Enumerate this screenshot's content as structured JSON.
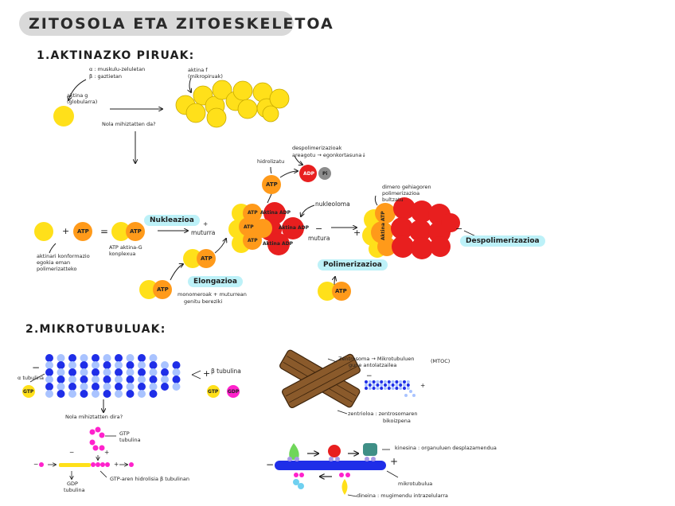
{
  "title": "ZITOSOLA ETA ZITOESKELETOA",
  "section1": {
    "heading": "1.AKTINAZKO PIRUAK:",
    "alpha_beta": [
      "α : muskulu-zeluletan",
      "β : gaztietan"
    ],
    "actin_g_label": [
      "aktina g",
      "(globularra)"
    ],
    "actin_f_label": [
      "aktina f",
      "(mikropiruak)"
    ],
    "question": "Nola mihiztatten da?",
    "atp": "ATP",
    "adp": "ADP",
    "pi": "Pi",
    "aktina_adp": "Aktina ADP",
    "aktina_atp": "Aktina ATP",
    "conformation_note": [
      "aktinari konformazio",
      "egokia eman",
      "polimerizatteko"
    ],
    "complex_label": [
      "ATP aktina-G",
      "konplexua"
    ],
    "nukleazioa": "Nukleazioa",
    "elongazioa": "Elongazioa",
    "polimerizazioa": "Polimerizazioa",
    "despolimerizazioa": "Despolimerizazioa",
    "muturra": "muturra",
    "mutura": "mutura",
    "nukleoloma": "nukleoloma",
    "hidrolizatu": "hidrolizatu",
    "despol_note": [
      "despolimerizazioak",
      "areagotu → egonkortasuna↓"
    ],
    "dimeric_note": [
      "dimero gehiagoren",
      "polimerizazioa",
      "bultzatu"
    ],
    "monomer_note": [
      "monomeroak + muturrean",
      "genitu bereziki"
    ],
    "plus": "+",
    "minus": "−",
    "equals": "="
  },
  "section2": {
    "heading": "2.MIKROTUBULUAK:",
    "alpha_tub": "α tubulina",
    "beta_tub": "β tubulina",
    "gtp": "GTP",
    "gdp": "GDP",
    "question": "Nola mihiztatten dira?",
    "gtp_tubulina": [
      "GTP",
      "tubulina"
    ],
    "gdp_tubulina": [
      "GDP",
      "tubulina"
    ],
    "hydrolysis": "GTP-aren hidrolisia β tubulinan",
    "centrosome": [
      "Zentrosoma → Mikrotubuluen",
      "gune antolatzailea"
    ],
    "mtoc": "(MTOC)",
    "centriole": [
      "zentrioloa : zentrosomaren",
      "bikoizpena"
    ],
    "kinesin": "kinesina : organuluen desplazamendua",
    "microtubule": "mikrotubulua",
    "dynein": "dineina : mugimendu intrazelularra"
  },
  "colors": {
    "yellow": "#ffe01a",
    "orange": "#ff9a1a",
    "red": "#e81f1f",
    "blue": "#1f2ee8",
    "light_blue": "#a9c3ff",
    "magenta": "#ff22cc",
    "cyan_label": "#bdf1f8",
    "brown": "#8a5a2b",
    "teal": "#3f8f86",
    "green": "#6fd65a",
    "lavender": "#a79ae6",
    "title_pill": "#d9d9d9"
  }
}
